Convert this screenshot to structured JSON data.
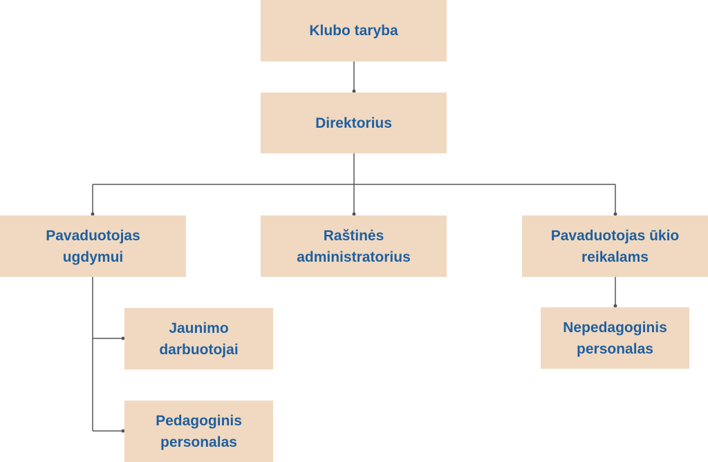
{
  "org_chart": {
    "colors": {
      "box_fill": "#f0d9c0",
      "text": "#1f5fa0",
      "connector": "#555555"
    },
    "nodes": {
      "council": {
        "label": "Klubo taryba"
      },
      "director": {
        "label": "Direktorius"
      },
      "deputy_education": {
        "label": "Pavaduotojas\nugdymui"
      },
      "office_administrator": {
        "label": "Raštinės\nadministratorius"
      },
      "deputy_economic": {
        "label": "Pavaduotojas ūkio\nreikalams"
      },
      "youth_workers": {
        "label": "Jaunimo\ndarbuotojai"
      },
      "teaching_staff": {
        "label": "Pedagoginis\npersonalas"
      },
      "non_teaching_staff": {
        "label": "Nepedagoginis\npersonalas"
      }
    },
    "edges": [
      {
        "from": "Klubo taryba",
        "to": "Direktorius"
      },
      {
        "from": "Direktorius",
        "to": "Pavaduotojas ugdymui"
      },
      {
        "from": "Direktorius",
        "to": "Raštinės administratorius"
      },
      {
        "from": "Direktorius",
        "to": "Pavaduotojas ūkio reikalams"
      },
      {
        "from": "Pavaduotojas ugdymui",
        "to": "Jaunimo darbuotojai"
      },
      {
        "from": "Pavaduotojas ugdymui",
        "to": "Pedagoginis personalas"
      },
      {
        "from": "Pavaduotojas ūkio reikalams",
        "to": "Nepedagoginis personalas"
      }
    ]
  }
}
